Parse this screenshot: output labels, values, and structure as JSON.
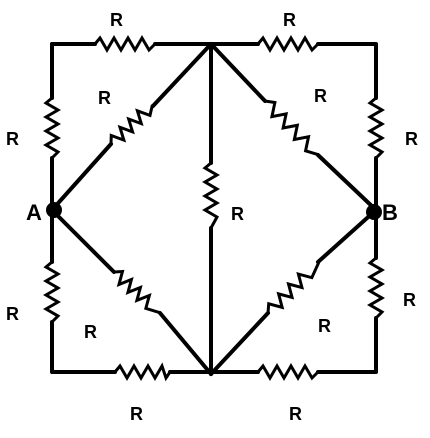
{
  "nodes": {
    "a_label": "A",
    "b_label": "B"
  },
  "resistors": [
    {
      "id": "top-left",
      "label": "R"
    },
    {
      "id": "top-right",
      "label": "R"
    },
    {
      "id": "left-upper",
      "label": "R"
    },
    {
      "id": "diag-a-top",
      "label": "R"
    },
    {
      "id": "center-vertical",
      "label": "R"
    },
    {
      "id": "diag-top-b",
      "label": "R"
    },
    {
      "id": "right-upper",
      "label": "R"
    },
    {
      "id": "left-lower",
      "label": "R"
    },
    {
      "id": "diag-a-bottom",
      "label": "R"
    },
    {
      "id": "diag-bottom-b",
      "label": "R"
    },
    {
      "id": "right-lower",
      "label": "R"
    },
    {
      "id": "bottom-left",
      "label": "R"
    },
    {
      "id": "bottom-right",
      "label": "R"
    }
  ],
  "colors": {
    "ink": "#000000",
    "background": "#ffffff"
  }
}
